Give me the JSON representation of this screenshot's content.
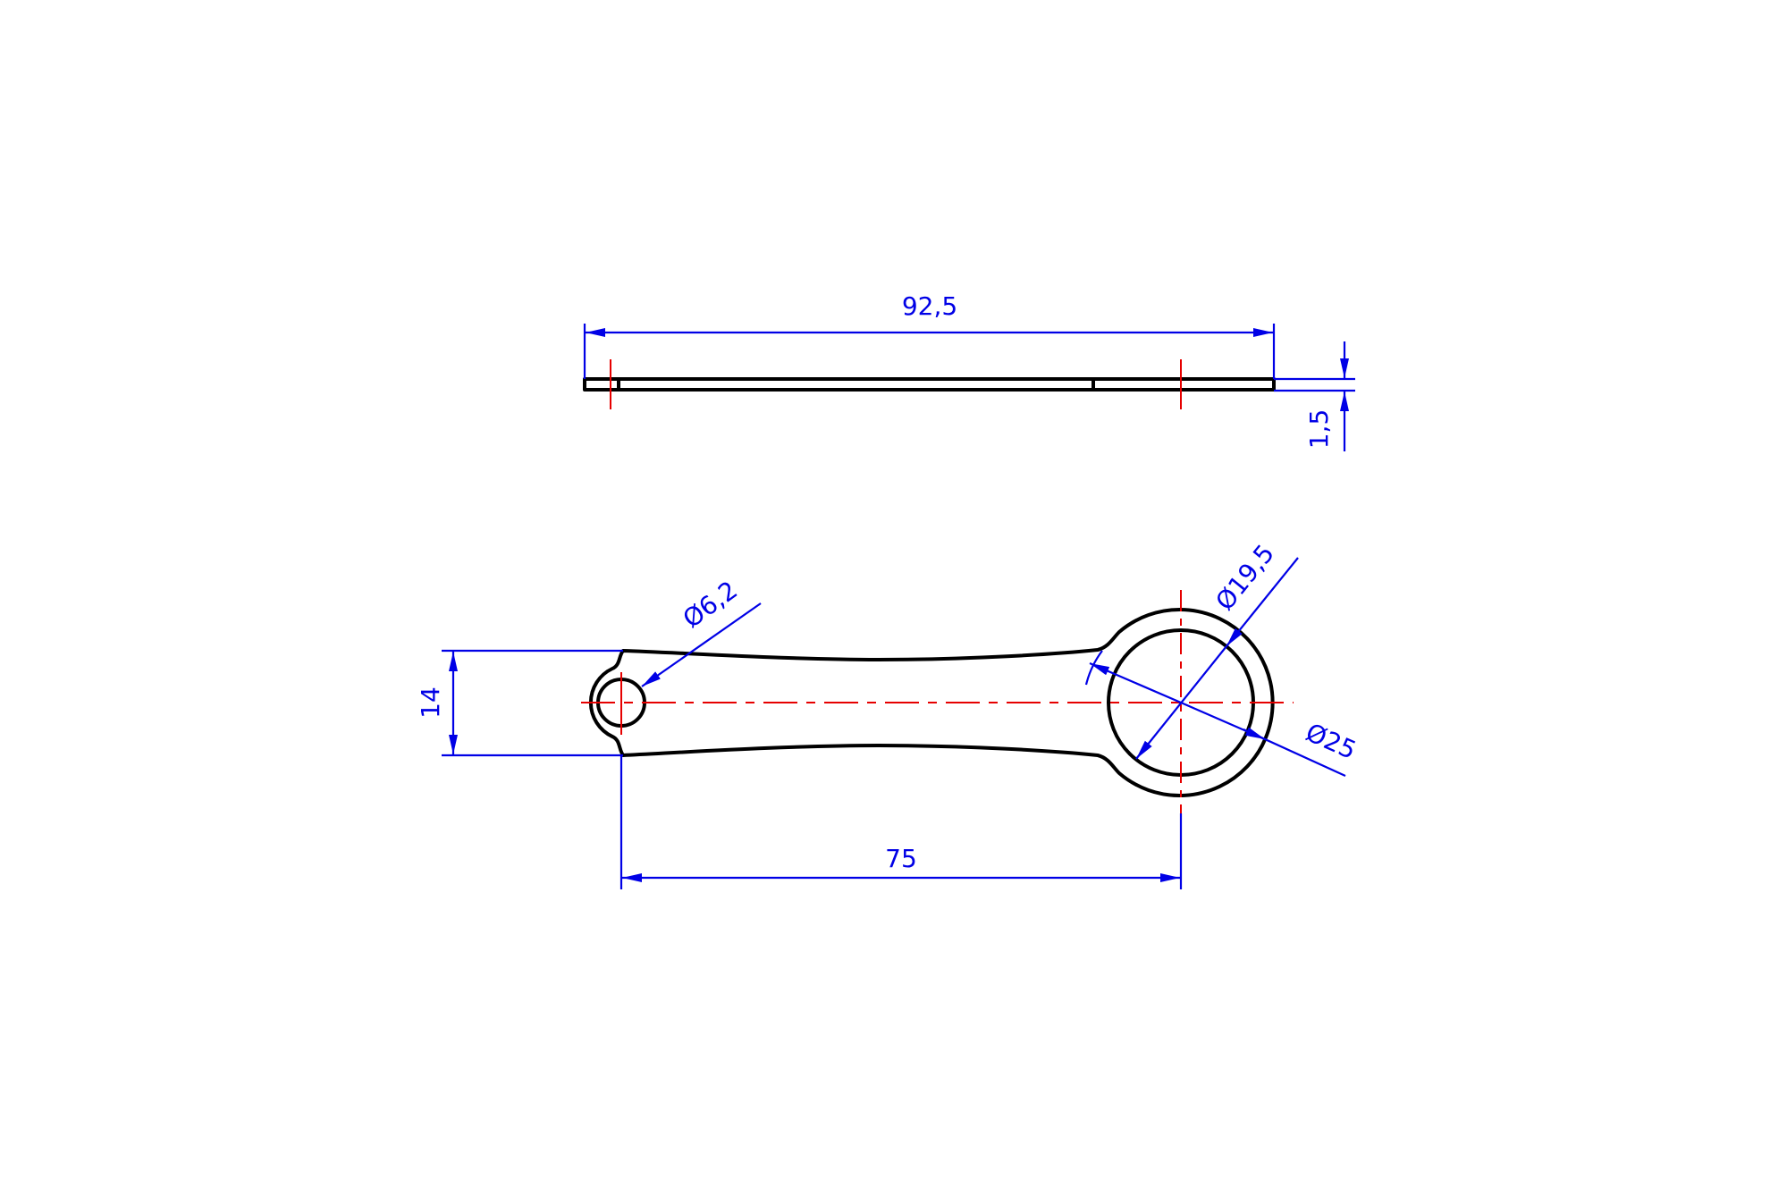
{
  "drawing": {
    "type": "technical drawing",
    "part": "lever / connecting arm",
    "colors": {
      "outline": "#000000",
      "dimension": "#0000e6",
      "centerline": "#e60000",
      "background": "#ffffff"
    },
    "views": {
      "side_view": {
        "dimensions": {
          "overall_length": "92,5",
          "thickness": "1,5"
        }
      },
      "top_view": {
        "dimensions": {
          "small_hole_diameter": "Ø6,2",
          "width": "14",
          "center_distance": "75",
          "bore_diameter": "Ø19,5",
          "boss_diameter": "Ø25"
        }
      }
    }
  }
}
